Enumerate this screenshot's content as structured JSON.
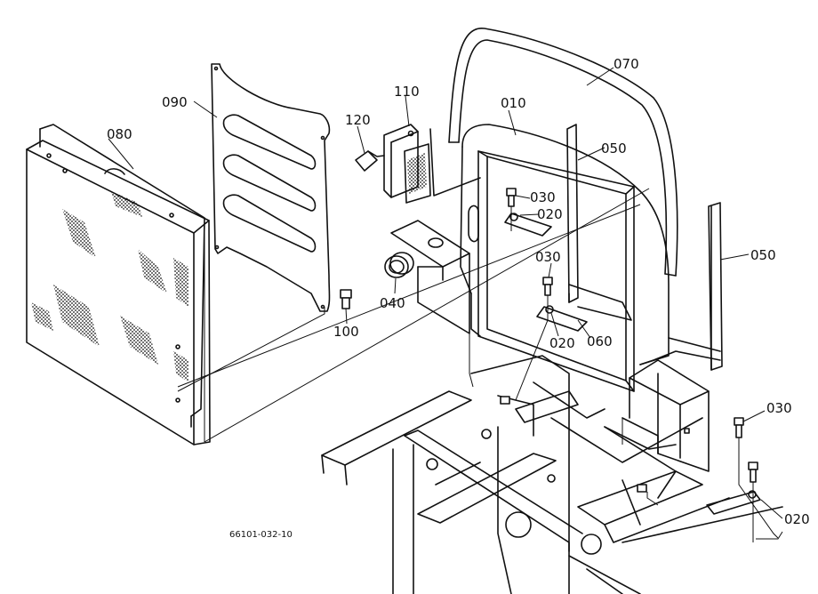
{
  "drawing_code": "66101-032-10",
  "callouts": {
    "c070": "070",
    "c010": "010",
    "c050a": "050",
    "c050b": "050",
    "c110": "110",
    "c120": "120",
    "c090": "090",
    "c080": "080",
    "c030a": "030",
    "c020a": "020",
    "c030b": "030",
    "c020b": "020",
    "c060": "060",
    "c040": "040",
    "c100": "100",
    "c030c": "030",
    "c020c": "020"
  }
}
